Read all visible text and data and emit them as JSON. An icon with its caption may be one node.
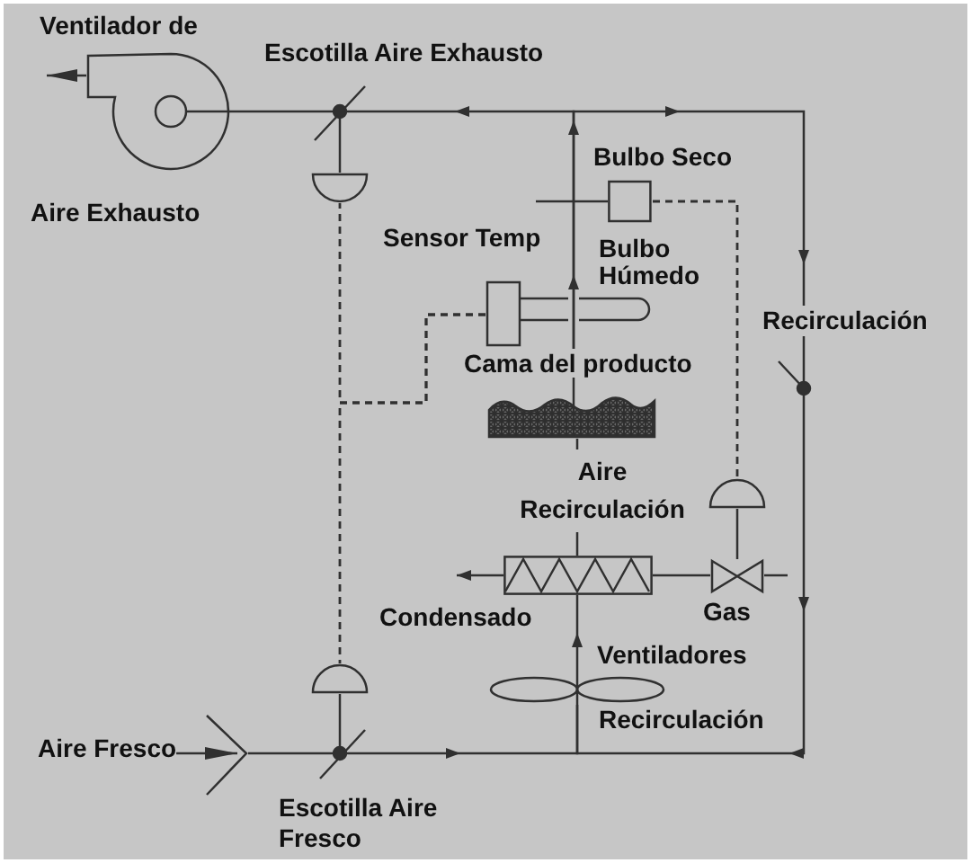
{
  "diagram": {
    "nodes": [
      {
        "text": [
          "Ventilador de",
          "Aire Exhausto"
        ]
      },
      {
        "text": [
          "Escotilla Aire Exhausto"
        ]
      },
      {
        "text": [],
        "shape": "semicircle"
      },
      {
        "text": [
          "Bulbo Seco"
        ]
      },
      {
        "text": [
          "Sensor Temp"
        ]
      },
      {
        "text": [
          "Bulbo Húmedo"
        ]
      },
      {
        "text": [
          "Recirculación"
        ]
      },
      {
        "text": [
          "Cama del producto"
        ]
      },
      {
        "text": [],
        "shape": "semicircle"
      },
      {
        "text": [],
        "shape": "box"
      },
      {
        "text": [
          "Gas"
        ]
      },
      {
        "text": [
          "Ventiladores",
          "Recirculación"
        ]
      },
      {
        "text": [],
        "shape": "semicircle"
      },
      {
        "text": [
          "Aire Fresco"
        ]
      },
      {
        "text": [],
        "shape": "picture"
      },
      {
        "text": [
          "Escotilla Aire Fresco"
        ]
      }
    ],
    "edges": [
      {
        "from": 7,
        "to": 1,
        "arrow": "to"
      },
      {
        "from": 7,
        "to": 6,
        "arrow": "to"
      },
      {
        "from": 1,
        "to": 0,
        "arrow": "none"
      },
      {
        "from": 0,
        "to": null,
        "arrow": "to"
      },
      {
        "from": 6,
        "to": 11,
        "arrow": "to"
      },
      {
        "from": 14,
        "to": 15,
        "arrow": "none"
      },
      {
        "from": 15,
        "to": 11,
        "arrow": "to"
      },
      {
        "from": 13,
        "to": 14,
        "arrow": "to"
      },
      {
        "from": 11,
        "to": 9,
        "arrow": "to"
      },
      {
        "from": 9,
        "to": 7,
        "arrow": "none",
        "label": "Aire Recirculación"
      },
      {
        "from": 9,
        "to": null,
        "arrow": "to",
        "label": "Condensado"
      },
      {
        "from": 10,
        "to": 9,
        "arrow": "none"
      },
      {
        "from": null,
        "to": 10,
        "arrow": "none"
      },
      {
        "from": 8,
        "to": 10,
        "arrow": "none"
      },
      {
        "from": 2,
        "to": 1,
        "arrow": "none"
      },
      {
        "from": 12,
        "to": 15,
        "arrow": "none"
      },
      {
        "from": 3,
        "to": 8,
        "arrow": "none",
        "style": "dashed"
      },
      {
        "from": 4,
        "to": 2,
        "arrow": "none",
        "style": "dashed"
      },
      {
        "from": 4,
        "to": 12,
        "arrow": "none",
        "style": "dashed"
      },
      {
        "from": 3,
        "to": null,
        "arrow": "none"
      }
    ]
  }
}
